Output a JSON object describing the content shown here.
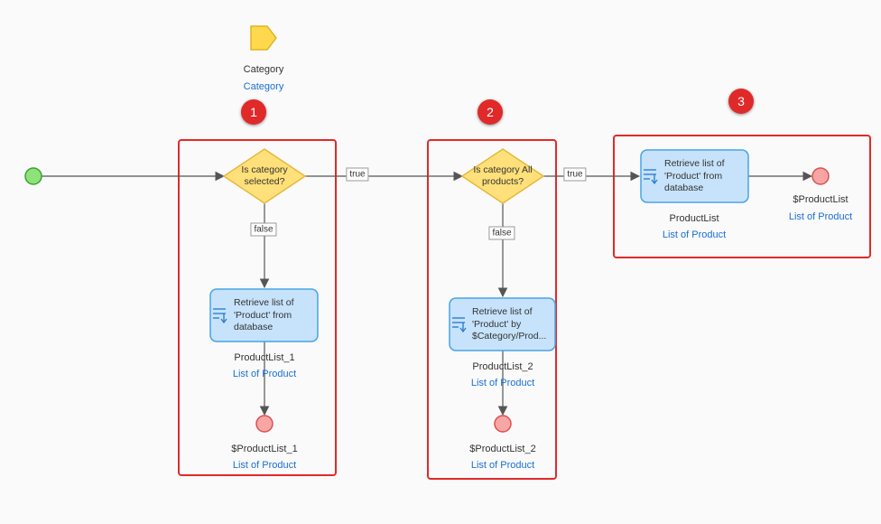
{
  "parameter": {
    "name": "Category",
    "type": "Category"
  },
  "badges": [
    "1",
    "2",
    "3"
  ],
  "decisions": [
    {
      "line1": "Is category",
      "line2": "selected?"
    },
    {
      "line1": "Is category All",
      "line2": "products?"
    }
  ],
  "flow_labels": {
    "true1": "true",
    "false1": "false",
    "true2": "true",
    "false2": "false"
  },
  "actions": [
    {
      "lines": [
        "Retrieve list of",
        "'Product' from",
        "database"
      ],
      "var": "ProductList_1",
      "type": "List of Product"
    },
    {
      "lines": [
        "Retrieve list of",
        "'Product' by",
        "$Category/Prod..."
      ],
      "var": "ProductList_2",
      "type": "List of Product"
    },
    {
      "lines": [
        "Retrieve list of",
        "'Product' from",
        "database"
      ],
      "var": "ProductList",
      "type": "List of Product"
    }
  ],
  "end_events": [
    {
      "name": "$ProductList_1",
      "type": "List of Product"
    },
    {
      "name": "$ProductList_2",
      "type": "List of Product"
    },
    {
      "name": "$ProductList",
      "type": "List of Product"
    }
  ],
  "colors": {
    "annotation_red": "#e02a2a",
    "decision_fill": "#ffe07a",
    "action_fill": "#c6e3fb",
    "action_border": "#4aa3e6",
    "start_fill": "#8ee27a",
    "end_fill": "#f7a5a5",
    "link_blue": "#1a6fd6"
  }
}
